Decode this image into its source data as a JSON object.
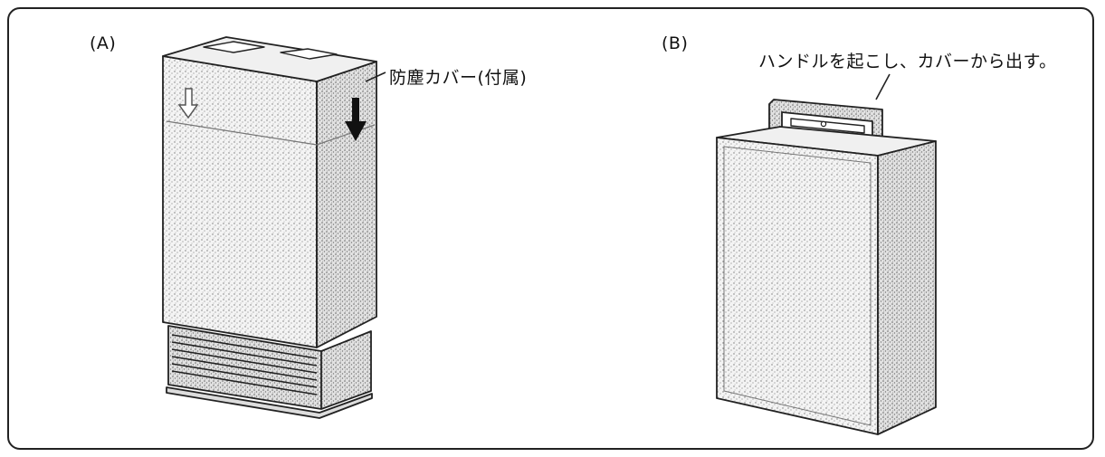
{
  "panel_a": {
    "label": "(A)",
    "callout": "防塵カバー(付属)"
  },
  "panel_b": {
    "label": "(B)",
    "callout": "ハンドルを起こし、カバーから出す。"
  },
  "colors": {
    "line": "#222222",
    "stipple": "#9a9a9a",
    "paper": "#ffffff"
  }
}
